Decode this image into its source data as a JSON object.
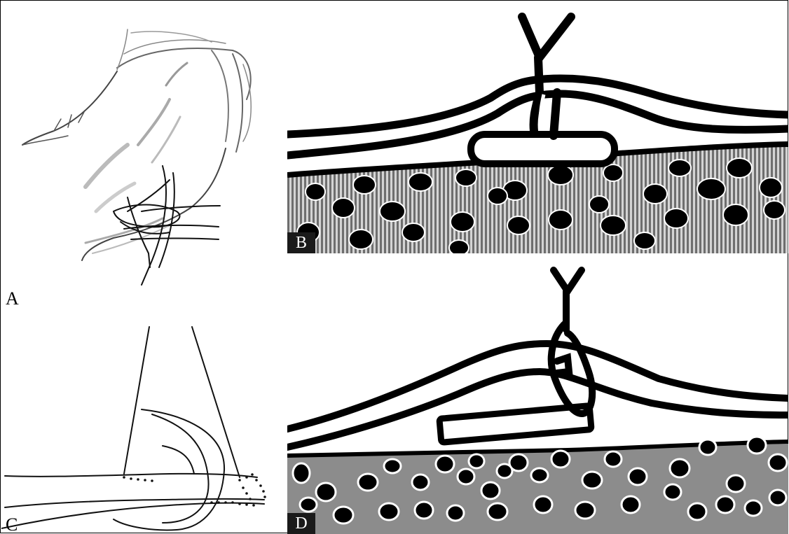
{
  "panels": [
    {
      "id": "A",
      "label": "A"
    },
    {
      "id": "B",
      "label": "B"
    },
    {
      "id": "C",
      "label": "C"
    },
    {
      "id": "D",
      "label": "D"
    }
  ],
  "colors": {
    "ink": "#000000",
    "background": "#ffffff",
    "tissue_b_stripes": "#8a8a8a",
    "tissue_d_fill": "#8c8c8c",
    "label_box": "#1a1a1a"
  }
}
